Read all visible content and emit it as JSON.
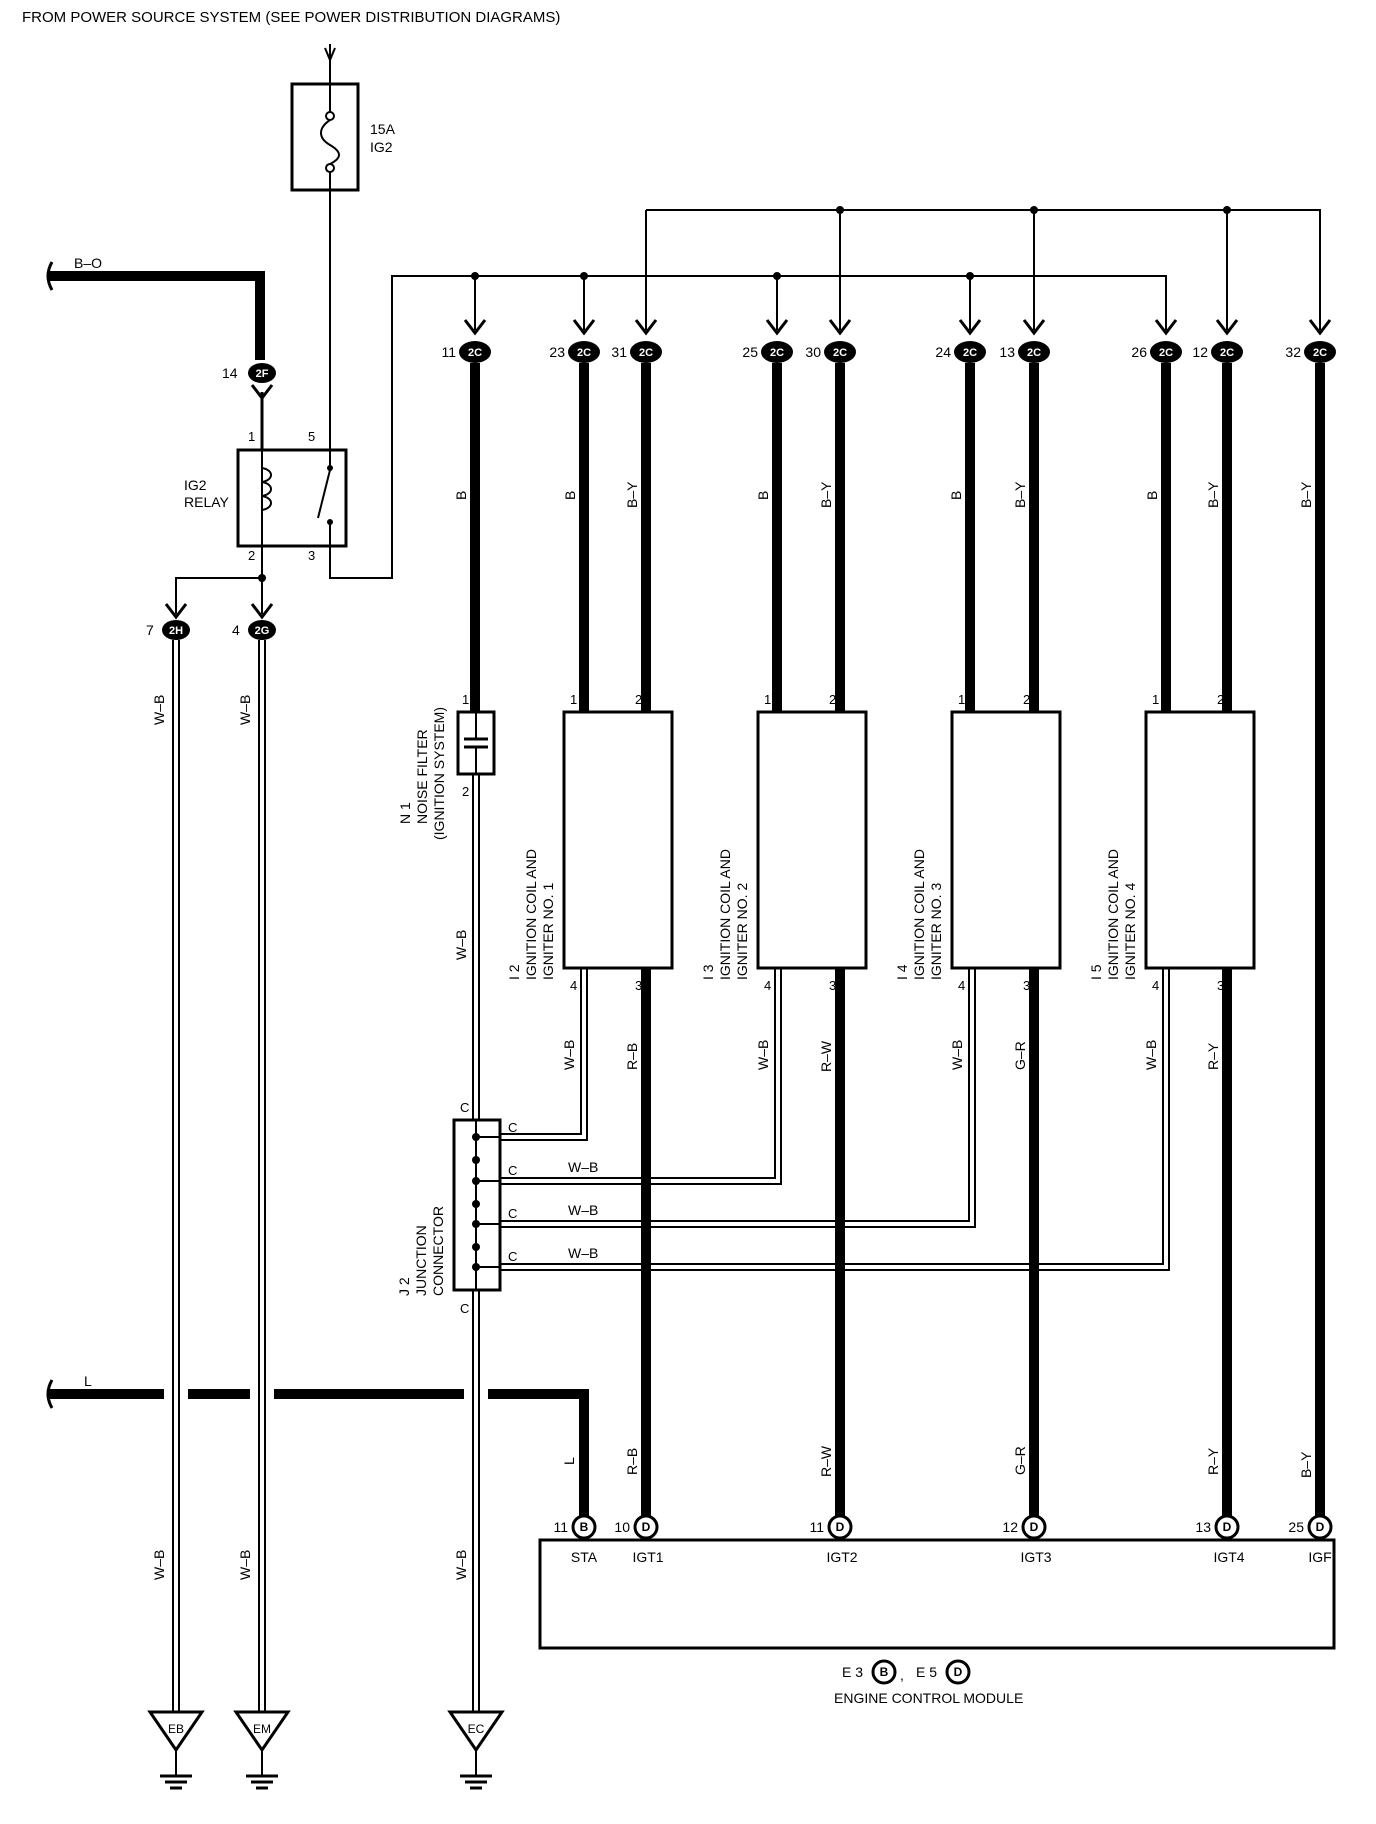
{
  "header": {
    "title": "FROM POWER SOURCE SYSTEM (SEE POWER DISTRIBUTION DIAGRAMS)"
  },
  "fuse": {
    "rating": "15A",
    "name": "IG2"
  },
  "relay": {
    "name_line1": "IG2",
    "name_line2": "RELAY",
    "pin1": "1",
    "pin2": "2",
    "pin3": "3",
    "pin5": "5"
  },
  "wires": {
    "bo": "B–O",
    "l": "L",
    "b": "B",
    "by": "B–Y",
    "wb": "W–B",
    "rb": "R–B",
    "rw": "R–W",
    "gr": "G–R",
    "ry": "R–Y"
  },
  "connectors": {
    "c2f": {
      "code": "2F",
      "pin": "14"
    },
    "c2h": {
      "code": "2H",
      "pin": "7"
    },
    "c2g": {
      "code": "2G",
      "pin": "4"
    },
    "c2c": {
      "code": "2C",
      "pins": [
        "11",
        "23",
        "31",
        "25",
        "30",
        "24",
        "13",
        "26",
        "12",
        "32"
      ]
    }
  },
  "noise_filter": {
    "id": "N 1",
    "line1": "NOISE FILTER",
    "line2": "(IGNITION SYSTEM)",
    "pin1": "1",
    "pin2": "2"
  },
  "coils": [
    {
      "id": "I 2",
      "line1": "IGNITION COIL AND",
      "line2": "IGNITER NO. 1"
    },
    {
      "id": "I 3",
      "line1": "IGNITION COIL AND",
      "line2": "IGNITER NO. 2"
    },
    {
      "id": "I 4",
      "line1": "IGNITION COIL AND",
      "line2": "IGNITER NO. 3"
    },
    {
      "id": "I 5",
      "line1": "IGNITION COIL AND",
      "line2": "IGNITER NO. 4"
    }
  ],
  "coil_pins": {
    "p1": "1",
    "p2": "2",
    "p3": "3",
    "p4": "4"
  },
  "junction": {
    "id": "J 2",
    "line1": "JUNCTION",
    "line2": "CONNECTOR",
    "pin": "C"
  },
  "ecm": {
    "name": "ENGINE CONTROL MODULE",
    "conn_e3": "E 3",
    "conn_e5": "E 5",
    "sep": ",",
    "code_b": "B",
    "code_d": "D",
    "terminals": [
      {
        "pin": "11",
        "code": "B",
        "name": "STA"
      },
      {
        "pin": "10",
        "code": "D",
        "name": "IGT1"
      },
      {
        "pin": "11",
        "code": "D",
        "name": "IGT2"
      },
      {
        "pin": "12",
        "code": "D",
        "name": "IGT3"
      },
      {
        "pin": "13",
        "code": "D",
        "name": "IGT4"
      },
      {
        "pin": "25",
        "code": "D",
        "name": "IGF"
      }
    ]
  },
  "grounds": [
    "EB",
    "EM",
    "EC"
  ]
}
